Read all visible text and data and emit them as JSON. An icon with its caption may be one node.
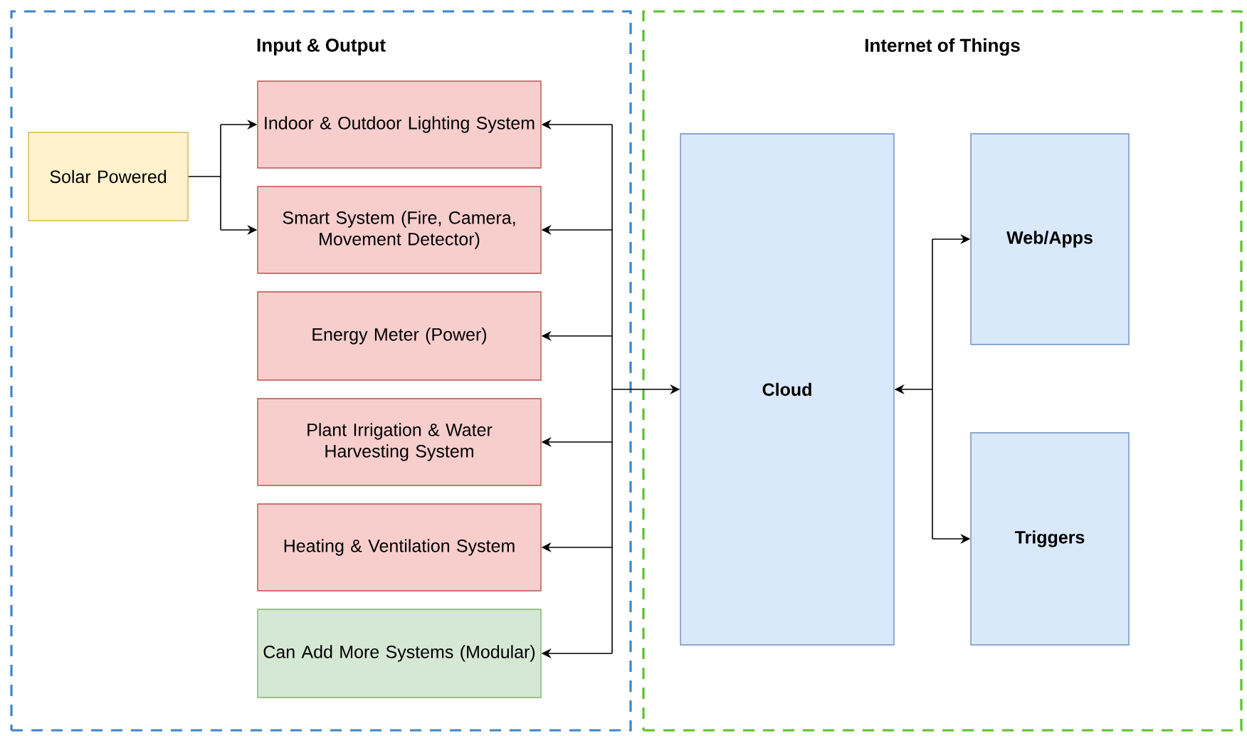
{
  "diagram": {
    "nodes": [
      {
        "text": [
          "Input & Output"
        ]
      },
      {
        "text": [
          "Internet of Things"
        ]
      },
      {
        "text": [
          "Solar Powered"
        ],
        "in": 0
      },
      {
        "text": [
          "Indoor & Outdoor Lighting System"
        ],
        "in": 0
      },
      {
        "text": [
          "Smart System (Fire, Camera, Movement Detector)"
        ],
        "in": 0
      },
      {
        "text": [
          "Energy Meter (Power)"
        ],
        "in": 0
      },
      {
        "text": [
          "Plant Irrigation & Water Harvesting System"
        ],
        "in": 0
      },
      {
        "text": [
          "Heating & Ventilation System"
        ],
        "in": 0
      },
      {
        "text": [
          "Can Add More Systems (Modular)"
        ],
        "in": 0
      },
      {
        "text": [
          "Cloud"
        ],
        "in": 1
      },
      {
        "text": [
          "Web/Apps"
        ],
        "in": 1
      },
      {
        "text": [
          "Triggers"
        ],
        "in": 1
      }
    ],
    "edges": [
      {
        "from": 2,
        "to": 3,
        "arrow": "to"
      },
      {
        "from": 2,
        "to": 4,
        "arrow": "to"
      },
      {
        "from": 9,
        "to": 3,
        "arrow": "both"
      },
      {
        "from": 9,
        "to": 4,
        "arrow": "both"
      },
      {
        "from": 9,
        "to": 5,
        "arrow": "both"
      },
      {
        "from": 9,
        "to": 6,
        "arrow": "both"
      },
      {
        "from": 9,
        "to": 7,
        "arrow": "both"
      },
      {
        "from": 9,
        "to": 8,
        "arrow": "both"
      },
      {
        "from": 9,
        "to": 10,
        "arrow": "both"
      },
      {
        "from": 9,
        "to": 11,
        "arrow": "both"
      }
    ]
  }
}
